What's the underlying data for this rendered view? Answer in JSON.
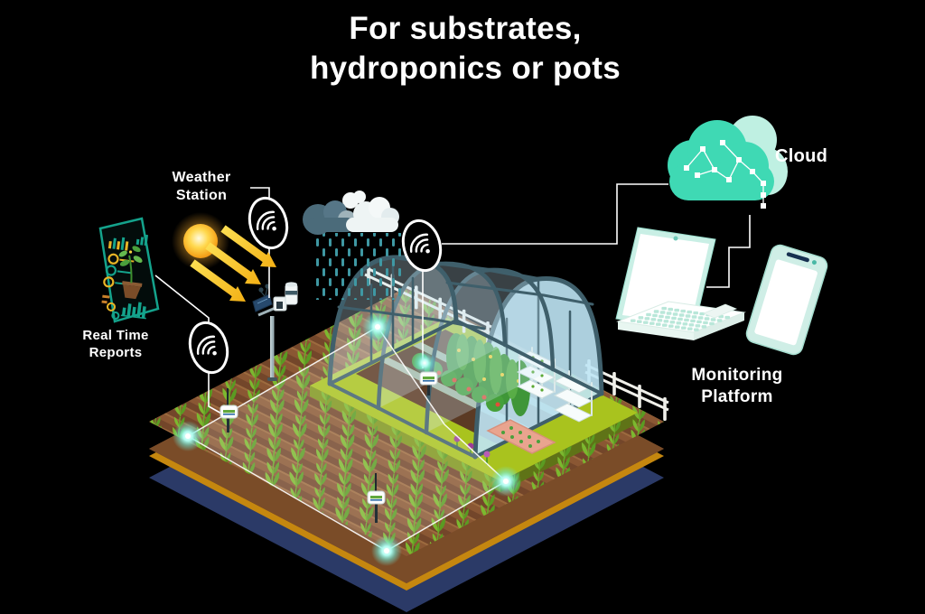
{
  "title": {
    "line1": "For substrates,",
    "line2": "hydroponics or pots"
  },
  "labels": {
    "weather_station": {
      "line1": "Weather",
      "line2": "Station"
    },
    "cloud": "Cloud",
    "real_time_reports": {
      "line1": "Real Time",
      "line2": "Reports"
    },
    "monitoring_platform": {
      "line1": "Monitoring",
      "line2": "Platform"
    }
  },
  "colors": {
    "background": "#000000",
    "text": "#ffffff",
    "cloud_teal": "#3fd9b4",
    "cloud_light": "#bff0e2",
    "device_mint": "#c9efe5",
    "report_teal": "#14a38c",
    "report_yellow": "#e8b426",
    "sun_yellow": "#ffd23f",
    "sun_rim": "#f39b1a",
    "arrow_yellow_light": "#ffee66",
    "arrow_yellow_deep": "#f0a000",
    "rain_teal": "#3f98a3",
    "rain_cloud_dark": "#4b6b7a",
    "soil_brown": "#8a5733",
    "soil_side": "#7a4c28",
    "amber_layer": "#c5870f",
    "navy_base": "#2b3a67",
    "grass_green": "#a9c31e",
    "greenhouse_frame": "#3f5f6b",
    "glazing_blue": "#bfe5f5",
    "sensor_stripe_green": "#62a83c",
    "glow_cyan": "#8ff5e6",
    "fence_white": "#f0f0ea",
    "tomato_red": "#e14f39"
  },
  "icons": {
    "wifi_badge": "wifi-signal-badge",
    "cloud": "circuit-cloud",
    "sun": "sun-with-rays",
    "rain": "rain-cloud",
    "laptop": "laptop",
    "tablet": "tablet",
    "soil_sensor": "wireless-soil-sensor",
    "weather_station": "weather-station",
    "report": "realtime-report-panel",
    "glow_node": "sensor-glow-node",
    "greenhouse": "greenhouse",
    "fence": "fence"
  }
}
